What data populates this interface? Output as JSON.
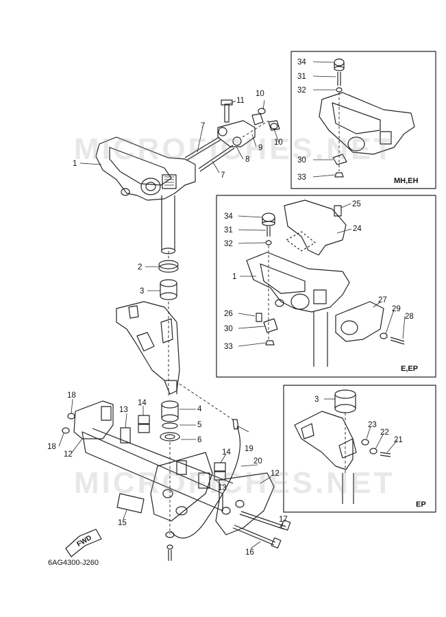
{
  "watermarks": [
    "MICROFICHES.NET",
    "MICROFICHES.NET"
  ],
  "diagram_code": "6AG4300-J260",
  "fwd_label": "FWD",
  "insets": {
    "mh_eh": "MH,EH",
    "e_ep": "E,EP",
    "ep": "EP"
  },
  "callouts": {
    "main": [
      "1",
      "2",
      "3",
      "4",
      "5",
      "6",
      "7",
      "7",
      "8",
      "9",
      "10",
      "10",
      "11",
      "12",
      "12",
      "13",
      "13",
      "14",
      "14",
      "15",
      "16",
      "17",
      "18",
      "18",
      "19",
      "20"
    ],
    "mh_eh": [
      "34",
      "31",
      "32",
      "30",
      "33"
    ],
    "e_ep": [
      "34",
      "31",
      "32",
      "1",
      "26",
      "30",
      "33",
      "25",
      "24",
      "27",
      "29",
      "28"
    ],
    "ep": [
      "3",
      "23",
      "22",
      "21"
    ]
  }
}
